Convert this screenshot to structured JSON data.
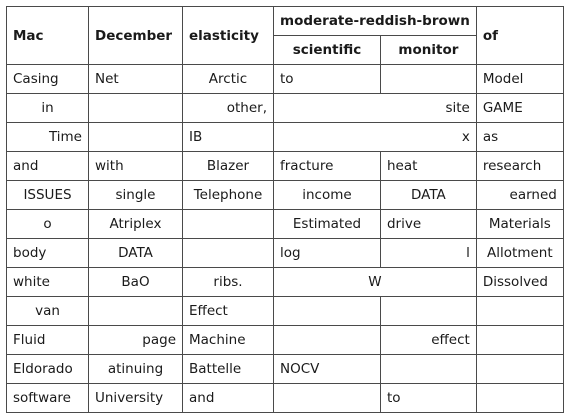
{
  "header": {
    "col_mac": "Mac",
    "col_december": "December",
    "col_elasticity": "elasticity",
    "group_label": "moderate-reddish-brown",
    "sub_scientific": "scientific",
    "sub_monitor": "monitor",
    "col_of": "of"
  },
  "rows": [
    [
      "Casing",
      "Net",
      "Arctic",
      "to",
      "",
      "Model"
    ],
    [
      "in",
      "",
      "other,",
      "site",
      "GAME"
    ],
    [
      "Time",
      "",
      "IB",
      "x",
      "as"
    ],
    [
      "and",
      "with",
      "Blazer",
      "fracture",
      "heat",
      "research"
    ],
    [
      "ISSUES",
      "single",
      "Telephone",
      "income",
      "DATA",
      "earned"
    ],
    [
      "o",
      "Atriplex",
      "",
      "Estimated",
      "drive",
      "Materials"
    ],
    [
      "body",
      "DATA",
      "",
      "log",
      "l",
      "Allotment"
    ],
    [
      "white",
      "BaO",
      "ribs.",
      "W",
      "Dissolved"
    ],
    [
      "van",
      "",
      "Effect",
      "",
      "",
      ""
    ],
    [
      "Fluid",
      "page",
      "Machine",
      "",
      "effect",
      ""
    ],
    [
      "Eldorado",
      "atinuing",
      "Battelle",
      "NOCV",
      "",
      ""
    ],
    [
      "software",
      "University",
      "and",
      "",
      "to",
      ""
    ]
  ]
}
